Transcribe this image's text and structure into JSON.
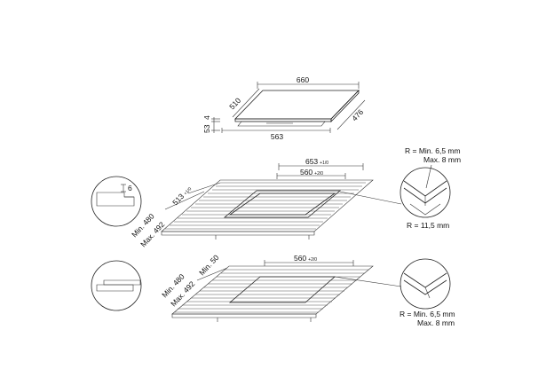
{
  "top_view": {
    "width": "660",
    "depth_left": "510",
    "depth_right": "476",
    "front_width": "563",
    "thickness_total": "53",
    "thickness_glass": "4"
  },
  "flush_install": {
    "cut_width": "653",
    "cut_width_tol": "+1/0",
    "inner_width": "560",
    "inner_width_tol": "+2/0",
    "cut_depth": "513",
    "cut_depth_tol": "+1/0",
    "min_depth": "Min. 480",
    "max_depth": "Max. 492",
    "rebate_depth": "6",
    "detail_top_line1": "R = Min. 6,5 mm",
    "detail_top_line2": "Max. 8 mm",
    "detail_bottom": "R = 11,5 mm"
  },
  "standard_install": {
    "cut_width": "560",
    "cut_width_tol": "+2/0",
    "min_depth": "Min. 480",
    "max_depth": "Max. 492",
    "min_front": "Min. 50",
    "detail_line1": "R = Min. 6,5 mm",
    "detail_line2": "Max. 8 mm"
  }
}
